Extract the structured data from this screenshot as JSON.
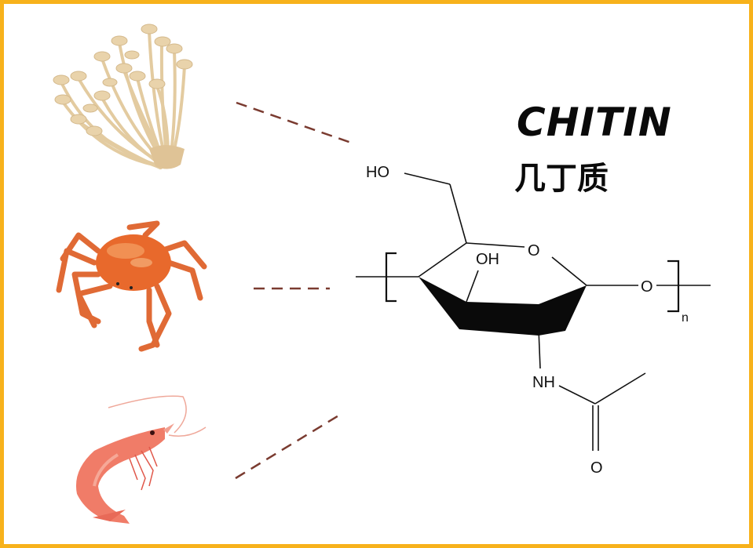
{
  "title": {
    "english": "CHITIN",
    "chinese": "几丁质"
  },
  "sources": [
    {
      "name": "enoki-mushroom",
      "icon": "mushroom-icon"
    },
    {
      "name": "crab",
      "icon": "crab-icon"
    },
    {
      "name": "shrimp",
      "icon": "shrimp-icon"
    }
  ],
  "structure": {
    "labels": {
      "hydroxymethyl": "HO",
      "ring_oxygen": "O",
      "hydroxyl": "OH",
      "glycosidic_oxygen": "O",
      "amine": "NH",
      "carbonyl_oxygen": "O",
      "repeat_subscript": "n"
    }
  },
  "colors": {
    "frame": "#F7B21B",
    "connector_dash": "#7a3b30",
    "mushroom": "#E6CFA6",
    "crab": "#E8642A",
    "shrimp": "#EE7A66"
  }
}
